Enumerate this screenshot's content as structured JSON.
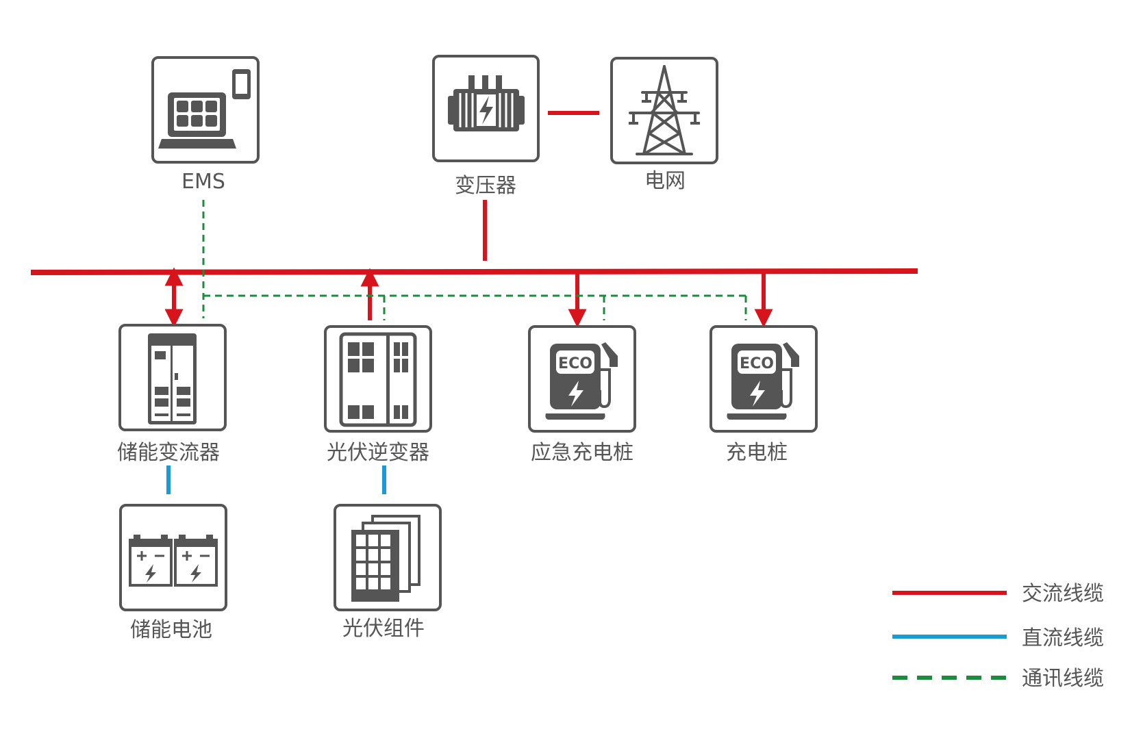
{
  "colors": {
    "ac": "#d7141c",
    "dc": "#1a9ad6",
    "comm": "#1e8a3c",
    "icon": "#555555"
  },
  "nodes": {
    "ems": {
      "label": "EMS",
      "icon": "laptop-phone-icon"
    },
    "transformer": {
      "label": "变压器",
      "icon": "transformer-icon"
    },
    "grid": {
      "label": "电网",
      "icon": "power-tower-icon"
    },
    "pcs": {
      "label": "储能变流器",
      "icon": "cabinet-icon"
    },
    "inverter": {
      "label": "光伏逆变器",
      "icon": "inverter-cabinet-icon"
    },
    "emergency_charger": {
      "label": "应急充电桩",
      "icon": "eco-charger-icon",
      "badge": "ECO"
    },
    "charger": {
      "label": "充电桩",
      "icon": "eco-charger-icon",
      "badge": "ECO"
    },
    "battery": {
      "label": "储能电池",
      "icon": "battery-icon"
    },
    "pv_module": {
      "label": "光伏组件",
      "icon": "solar-panel-icon"
    }
  },
  "legend": [
    {
      "label": "交流线缆",
      "style": "solid",
      "color": "#d7141c"
    },
    {
      "label": "直流线缆",
      "style": "solid",
      "color": "#1a9ad6"
    },
    {
      "label": "通讯线缆",
      "style": "dashed",
      "color": "#1e8a3c"
    }
  ]
}
